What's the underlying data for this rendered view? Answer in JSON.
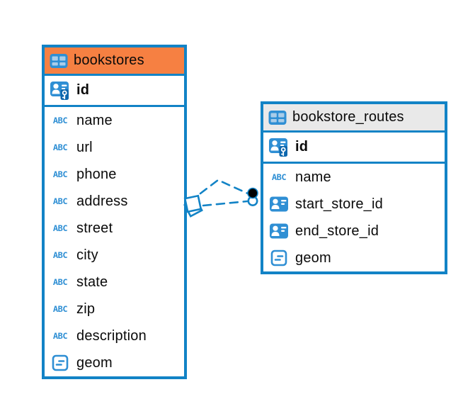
{
  "diagram": {
    "type": "entity-relationship",
    "colors": {
      "accent_blue": "#1283c6",
      "icon_blue": "#2f8fd4",
      "icon_blue_light": "#a9cde9",
      "key_badge_blue": "#0d67ad",
      "bookstores_header_orange": "#f68042",
      "routes_header_gray": "#e9e9e9",
      "text": "#0a0a0a",
      "background": "#ffffff",
      "relationship_dot_black": "#000000"
    },
    "tables": [
      {
        "name": "bookstores",
        "header_style": "orange",
        "columns": [
          {
            "name": "id",
            "type_icon": "primary-key"
          },
          {
            "name": "name",
            "type_icon": "text"
          },
          {
            "name": "url",
            "type_icon": "text"
          },
          {
            "name": "phone",
            "type_icon": "text"
          },
          {
            "name": "address",
            "type_icon": "text"
          },
          {
            "name": "street",
            "type_icon": "text"
          },
          {
            "name": "city",
            "type_icon": "text"
          },
          {
            "name": "state",
            "type_icon": "text"
          },
          {
            "name": "zip",
            "type_icon": "text"
          },
          {
            "name": "description",
            "type_icon": "text"
          },
          {
            "name": "geom",
            "type_icon": "geometry"
          }
        ]
      },
      {
        "name": "bookstore_routes",
        "header_style": "gray",
        "columns": [
          {
            "name": "id",
            "type_icon": "primary-key"
          },
          {
            "name": "name",
            "type_icon": "text"
          },
          {
            "name": "start_store_id",
            "type_icon": "foreign-key"
          },
          {
            "name": "end_store_id",
            "type_icon": "foreign-key"
          },
          {
            "name": "geom",
            "type_icon": "geometry"
          }
        ]
      }
    ],
    "relationships": [
      {
        "from_table": "bookstores",
        "to_table": "bookstore_routes",
        "line_style": "dashed"
      },
      {
        "from_table": "bookstores",
        "to_table": "bookstore_routes",
        "line_style": "dashed"
      }
    ]
  }
}
